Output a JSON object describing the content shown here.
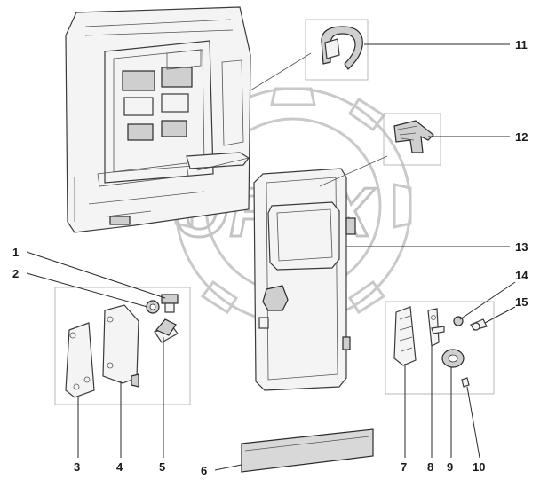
{
  "watermark": {
    "text": "OPEX"
  },
  "callouts": [
    {
      "id": "1",
      "label": "1"
    },
    {
      "id": "2",
      "label": "2"
    },
    {
      "id": "3",
      "label": "3"
    },
    {
      "id": "4",
      "label": "4"
    },
    {
      "id": "5",
      "label": "5"
    },
    {
      "id": "6",
      "label": "6"
    },
    {
      "id": "7",
      "label": "7"
    },
    {
      "id": "8",
      "label": "8"
    },
    {
      "id": "9",
      "label": "9"
    },
    {
      "id": "10",
      "label": "10"
    },
    {
      "id": "11",
      "label": "11"
    },
    {
      "id": "12",
      "label": "12"
    },
    {
      "id": "13",
      "label": "13"
    },
    {
      "id": "14",
      "label": "14"
    },
    {
      "id": "15",
      "label": "15"
    }
  ]
}
